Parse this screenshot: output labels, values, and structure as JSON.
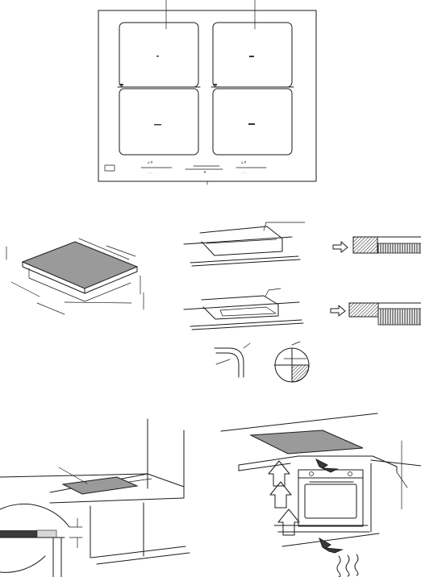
{
  "figures": {
    "hob_top_view": {
      "brand_label": "",
      "zones": [
        "front-left",
        "front-right",
        "rear-left",
        "rear-right"
      ]
    },
    "installation_views": [
      "hob-cutout-dimensions",
      "flush-mount-top",
      "flush-mount-recessed",
      "edge-profile",
      "seal-detail",
      "worktop-clearance",
      "oven-ventilation"
    ]
  },
  "colors": {
    "line": "#1a1a1a",
    "panel_fill": "#9a9a9a",
    "hatch": "#3a3a3a",
    "background": "#ffffff"
  }
}
